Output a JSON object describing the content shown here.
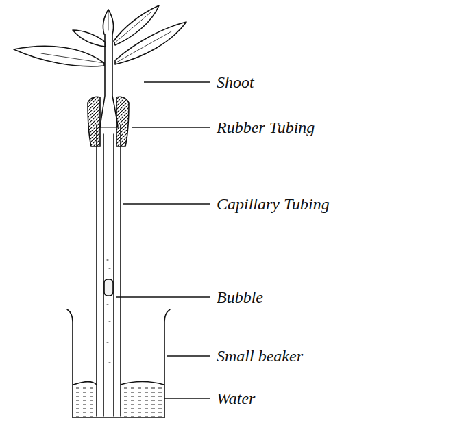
{
  "diagram": {
    "labels": [
      "Shoot",
      "Rubber Tubing",
      "Capillary Tubing",
      "Bubble",
      "Small beaker",
      "Water"
    ]
  }
}
